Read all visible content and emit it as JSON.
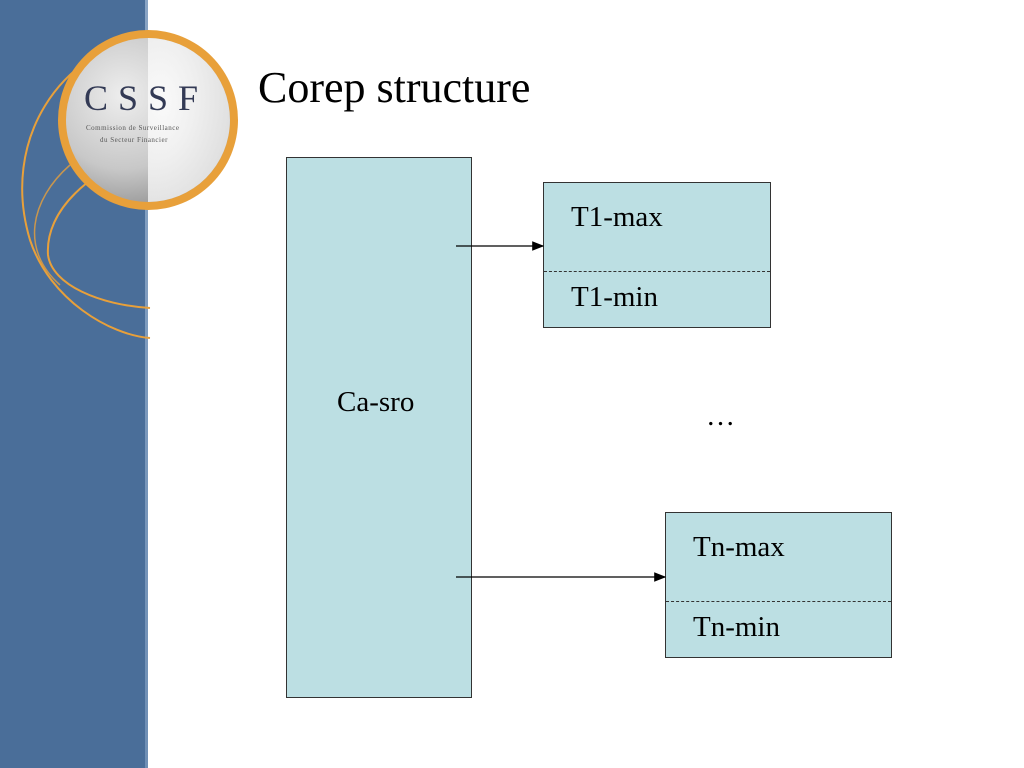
{
  "slide": {
    "title": "Corep structure"
  },
  "logo": {
    "letters": "CSSF",
    "tagline_line1": "Commission de Surveillance",
    "tagline_line2": "du Secteur Financier"
  },
  "diagram": {
    "main_label": "Ca-sro",
    "t1_max": "T1-max",
    "t1_min": "T1-min",
    "ellipsis": "…",
    "tn_max": "Tn-max",
    "tn_min": "Tn-min"
  },
  "colors": {
    "sidebar": "#4a6e99",
    "box_fill": "#bcdfe3",
    "logo_ring": "#e8a03a"
  }
}
